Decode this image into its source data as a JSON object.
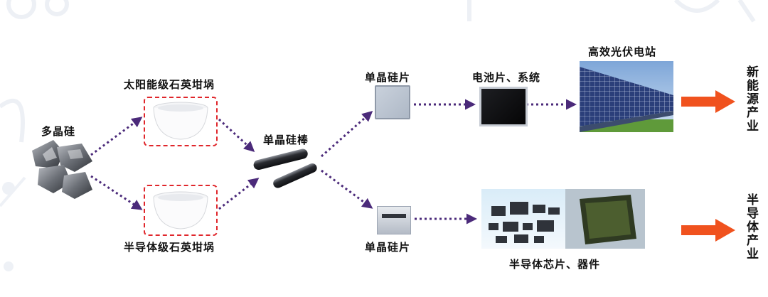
{
  "nodes": {
    "polysilicon": "多晶硅",
    "solar_crucible": "太阳能级石英坩埚",
    "semi_crucible": "半导体级石英坩埚",
    "ingot": "单晶硅棒",
    "wafer_top": "单晶硅片",
    "wafer_bottom": "单晶硅片",
    "cell": "电池片、系统",
    "power_station": "高效光伏电站",
    "chips": "半导体芯片、器件"
  },
  "industries": {
    "new_energy": "新能源产业",
    "semiconductor": "半导体产业"
  },
  "colors": {
    "flow_arrow": "#4b2a7a",
    "industry_arrow": "#f0521e",
    "crucible_border": "#e0262b",
    "background_accent": "#e9ecf3"
  }
}
